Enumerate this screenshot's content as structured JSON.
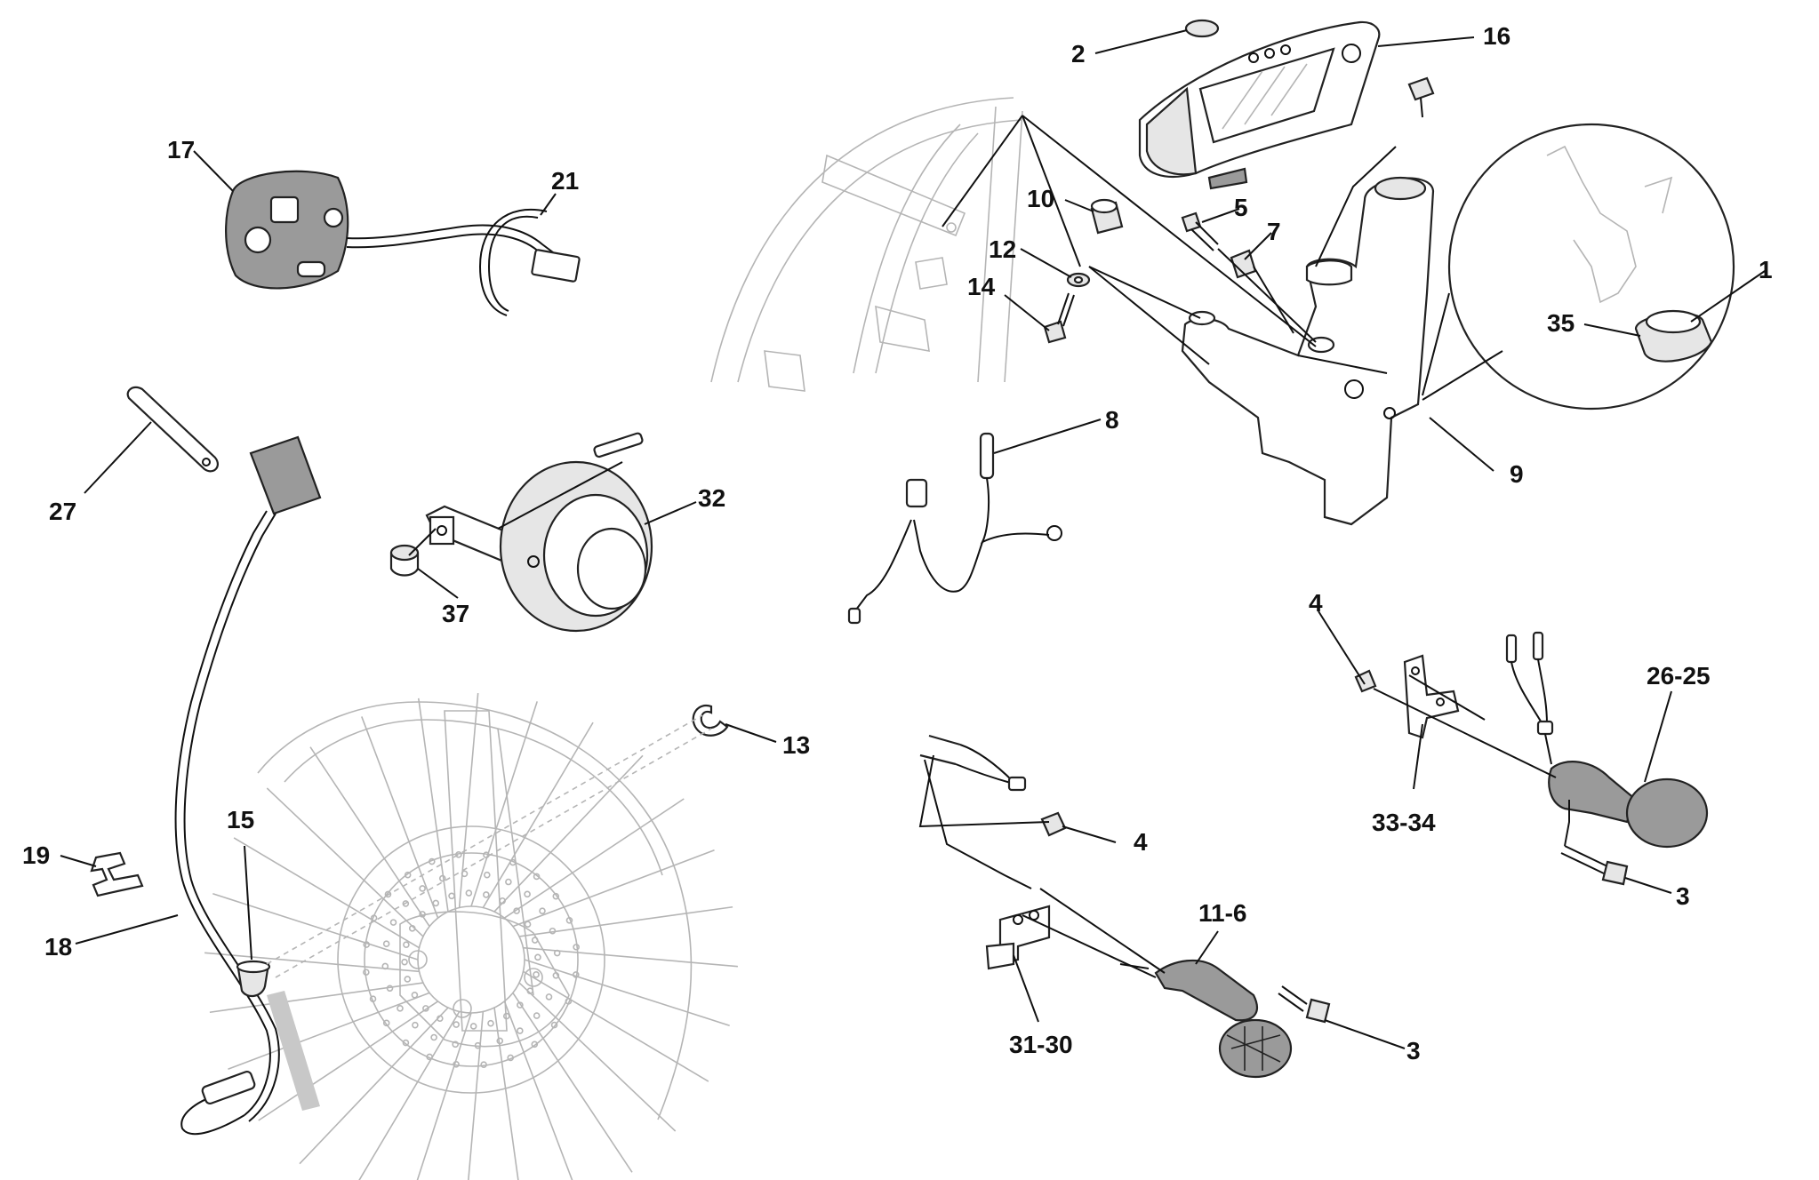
{
  "callouts": [
    {
      "id": "c1",
      "label": "1"
    },
    {
      "id": "c2",
      "label": "2"
    },
    {
      "id": "c3a",
      "label": "3"
    },
    {
      "id": "c3b",
      "label": "3"
    },
    {
      "id": "c4a",
      "label": "4"
    },
    {
      "id": "c4b",
      "label": "4"
    },
    {
      "id": "c5",
      "label": "5"
    },
    {
      "id": "c7",
      "label": "7"
    },
    {
      "id": "c8",
      "label": "8"
    },
    {
      "id": "c9",
      "label": "9"
    },
    {
      "id": "c10",
      "label": "10"
    },
    {
      "id": "c11",
      "label": "11-6"
    },
    {
      "id": "c12",
      "label": "12"
    },
    {
      "id": "c13",
      "label": "13"
    },
    {
      "id": "c14",
      "label": "14"
    },
    {
      "id": "c15",
      "label": "15"
    },
    {
      "id": "c16",
      "label": "16"
    },
    {
      "id": "c17",
      "label": "17"
    },
    {
      "id": "c18",
      "label": "18"
    },
    {
      "id": "c19",
      "label": "19"
    },
    {
      "id": "c21",
      "label": "21"
    },
    {
      "id": "c26",
      "label": "26-25"
    },
    {
      "id": "c27",
      "label": "27"
    },
    {
      "id": "c31",
      "label": "31-30"
    },
    {
      "id": "c32",
      "label": "32"
    },
    {
      "id": "c33",
      "label": "33-34"
    },
    {
      "id": "c35",
      "label": "35"
    },
    {
      "id": "c37",
      "label": "37"
    }
  ],
  "colors": {
    "ink": "#111111",
    "faint": "#b5b5b5",
    "fill": "#e6e6e6",
    "dark": "#9a9a9a"
  }
}
